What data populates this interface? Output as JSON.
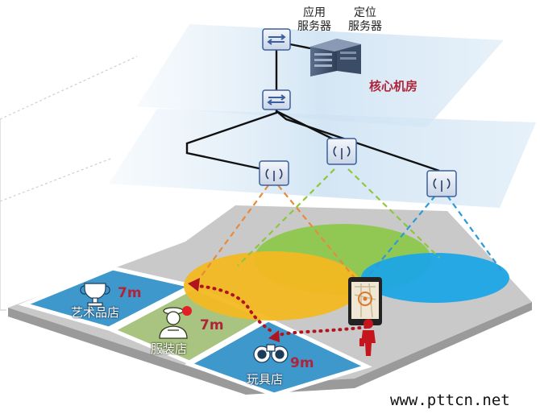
{
  "labels": {
    "app_server_line1": "应用",
    "app_server_line2": "服务器",
    "loc_server_line1": "定位",
    "loc_server_line2": "服务器",
    "core_room": "核心机房",
    "store_art": "艺术品店",
    "store_clothing": "服装店",
    "store_toy": "玩具店",
    "dist_art": "7m",
    "dist_clothing": "7m",
    "dist_toy": "9m",
    "watermark": "www.pttcn.net"
  },
  "colors": {
    "plane": "#d6e8f6",
    "floor_gray": "#b8b8b8",
    "store_blue": "#3f98cc",
    "store_green": "#a8c480",
    "zone_yellow": "#f2b922",
    "zone_green": "#8cc84a",
    "zone_blue": "#1ea6e6",
    "dash_orange": "#e88a3a",
    "dash_green": "#8ec63f",
    "dash_blue": "#2b9ad6",
    "path_red": "#b0141e",
    "device_blue": "#3a5fa0",
    "text_red": "#b0243a"
  },
  "icons": [
    "switch-icon",
    "server-icon",
    "access-point-icon",
    "trophy-icon",
    "clothing-icon",
    "binoculars-icon",
    "smartphone-map-icon",
    "person-icon"
  ]
}
